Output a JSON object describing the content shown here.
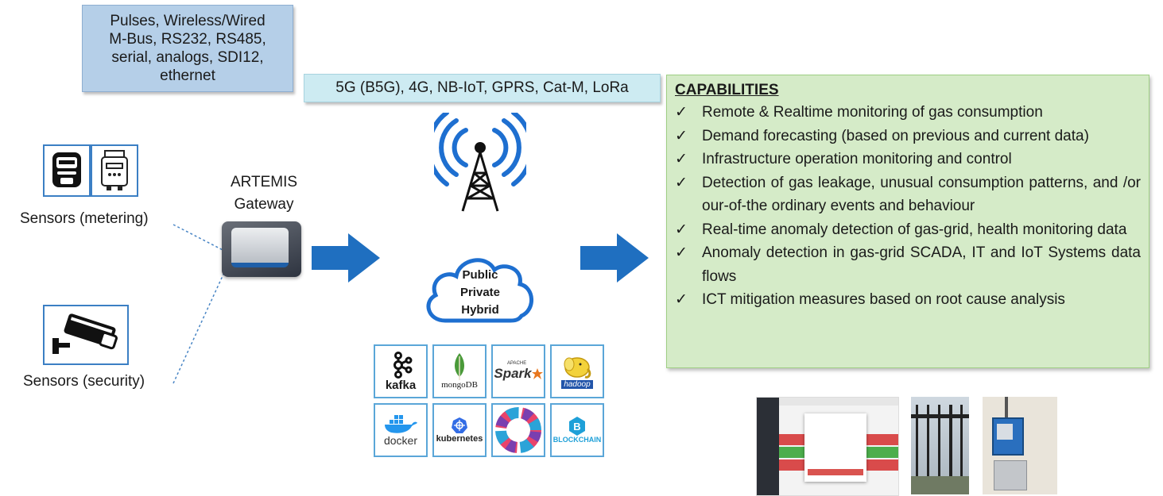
{
  "interfaces": {
    "lines": [
      "Pulses, Wireless/Wired",
      "M-Bus, RS232, RS485,",
      "serial, analogs, SDI12,",
      "ethernet"
    ]
  },
  "networks": {
    "label": "5G (B5G), 4G, NB-IoT, GPRS, Cat-M, LoRa"
  },
  "sensors": {
    "metering_label": "Sensors (metering)",
    "security_label": "Sensors (security)"
  },
  "gateway": {
    "title_line1": "ARTEMIS",
    "title_line2": "Gateway"
  },
  "cloud": {
    "lines": [
      "Public",
      "Private",
      "Hybrid"
    ]
  },
  "technologies": [
    {
      "name": "kafka",
      "label": "kafka"
    },
    {
      "name": "mongodb",
      "label": "mongoDB"
    },
    {
      "name": "spark",
      "label": "Spark",
      "sup": "APACHE"
    },
    {
      "name": "hadoop",
      "label": "hadoop"
    },
    {
      "name": "docker",
      "label": "docker"
    },
    {
      "name": "kubernetes",
      "label": "kubernetes"
    },
    {
      "name": "ring-logo",
      "label": ""
    },
    {
      "name": "blockchain",
      "label": "BLOCKCHAIN"
    }
  ],
  "capabilities": {
    "title": "CAPABILITIES",
    "check_glyph": "✓",
    "items": [
      "Remote & Realtime monitoring of gas consumption",
      "Demand forecasting (based on previous and current data)",
      "Infrastructure operation monitoring and control",
      "Detection of gas leakage, unusual consumption patterns, and /or our-of-the ordinary events and behaviour",
      "Real-time anomaly detection of gas-grid, health monitoring data",
      "Anomaly detection in gas-grid SCADA, IT and IoT Systems data flows",
      "ICT mitigation measures based on root cause analysis"
    ]
  },
  "colors": {
    "arrow": "#1f6fc0",
    "interface_box": "#b5cfe8",
    "network_box": "#cdebf2",
    "capabilities_box": "#d5ebc8",
    "accent_blue": "#1e5fa8"
  }
}
